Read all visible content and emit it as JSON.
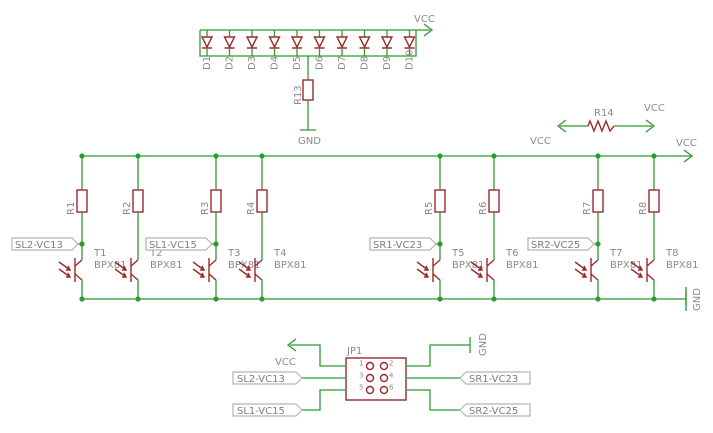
{
  "power": {
    "vcc": "VCC",
    "gnd": "GND"
  },
  "leds": [
    {
      "ref": "D1"
    },
    {
      "ref": "D2"
    },
    {
      "ref": "D3"
    },
    {
      "ref": "D4"
    },
    {
      "ref": "D5"
    },
    {
      "ref": "D6"
    },
    {
      "ref": "D7"
    },
    {
      "ref": "D8"
    },
    {
      "ref": "D9"
    },
    {
      "ref": "D10"
    }
  ],
  "r13": "R13",
  "r14": "R14",
  "resistors": [
    "R1",
    "R2",
    "R3",
    "R4",
    "R5",
    "R6",
    "R7",
    "R8"
  ],
  "transistors": [
    {
      "ref": "T1",
      "value": "BPX81"
    },
    {
      "ref": "T2",
      "value": "BPX81"
    },
    {
      "ref": "T3",
      "value": "BPX81"
    },
    {
      "ref": "T4",
      "value": "BPX81"
    },
    {
      "ref": "T5",
      "value": "BPX81"
    },
    {
      "ref": "T6",
      "value": "BPX81"
    },
    {
      "ref": "T7",
      "value": "BPX81"
    },
    {
      "ref": "T8",
      "value": "BPX81"
    }
  ],
  "sensor_flags": [
    "SL2-VC13",
    "SL1-VC15",
    "SR1-VC23",
    "SR2-VC25"
  ],
  "connector": {
    "ref": "JP1",
    "pins": [
      "1",
      "2",
      "3",
      "4",
      "5",
      "6"
    ],
    "left_nets": [
      "VCC",
      "SL2-VC13",
      "SL1-VC15"
    ],
    "right_nets": [
      "GND",
      "SR1-VC23",
      "SR2-VC25"
    ]
  },
  "colors": {
    "wire": "#2e9a35",
    "part": "#9a2a2a",
    "text": "#8a8a8a",
    "flag_border": "#b4b4b4",
    "background": "#ffffff"
  }
}
